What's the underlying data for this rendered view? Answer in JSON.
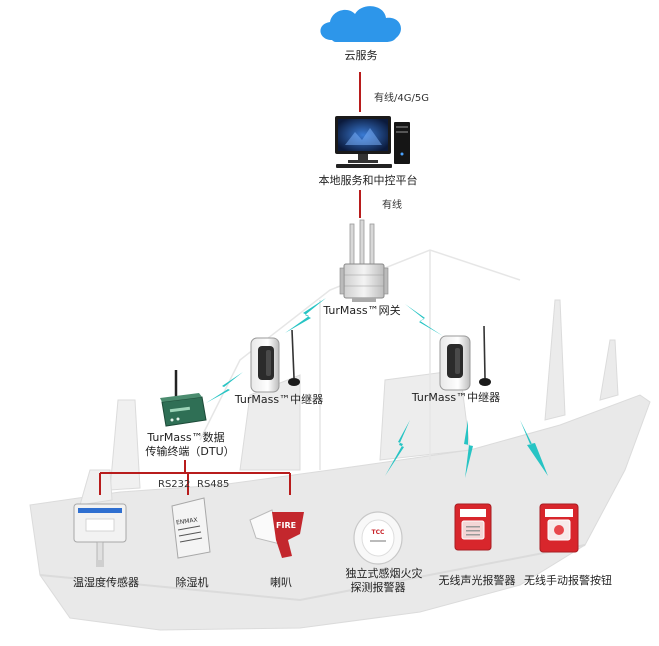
{
  "nodes": {
    "cloud": "云服务",
    "server": "本地服务和中控平台",
    "gateway": "TurMass™网关",
    "repeater_left": "TurMass™中继器",
    "repeater_right": "TurMass™中继器",
    "dtu_line1": "TurMass™数据",
    "dtu_line2": "传输终端（DTU）",
    "temp_sensor": "温湿度传感器",
    "dehumidifier": "除湿机",
    "horn": "喇叭",
    "smoke_line1": "独立式感烟火灾",
    "smoke_line2": "探测报警器",
    "sound_light_alarm": "无线声光报警器",
    "manual_alarm_button": "无线手动报警按钮"
  },
  "links": {
    "cloud_server": "有线/4G/5G",
    "server_gateway": "有线",
    "rs232": "RS232",
    "rs485": "RS485"
  },
  "device_marks": {
    "horn_text": "FIRE",
    "dehumidifier_text": "ENMAX",
    "alarm_brand": "TCC"
  },
  "colors": {
    "wired_link": "#b81c1c",
    "wireless": "#27c4c4",
    "cloud": "#2d96ea",
    "ship_silhouette": "#dcdcdc",
    "alarm_red": "#d8262c"
  }
}
